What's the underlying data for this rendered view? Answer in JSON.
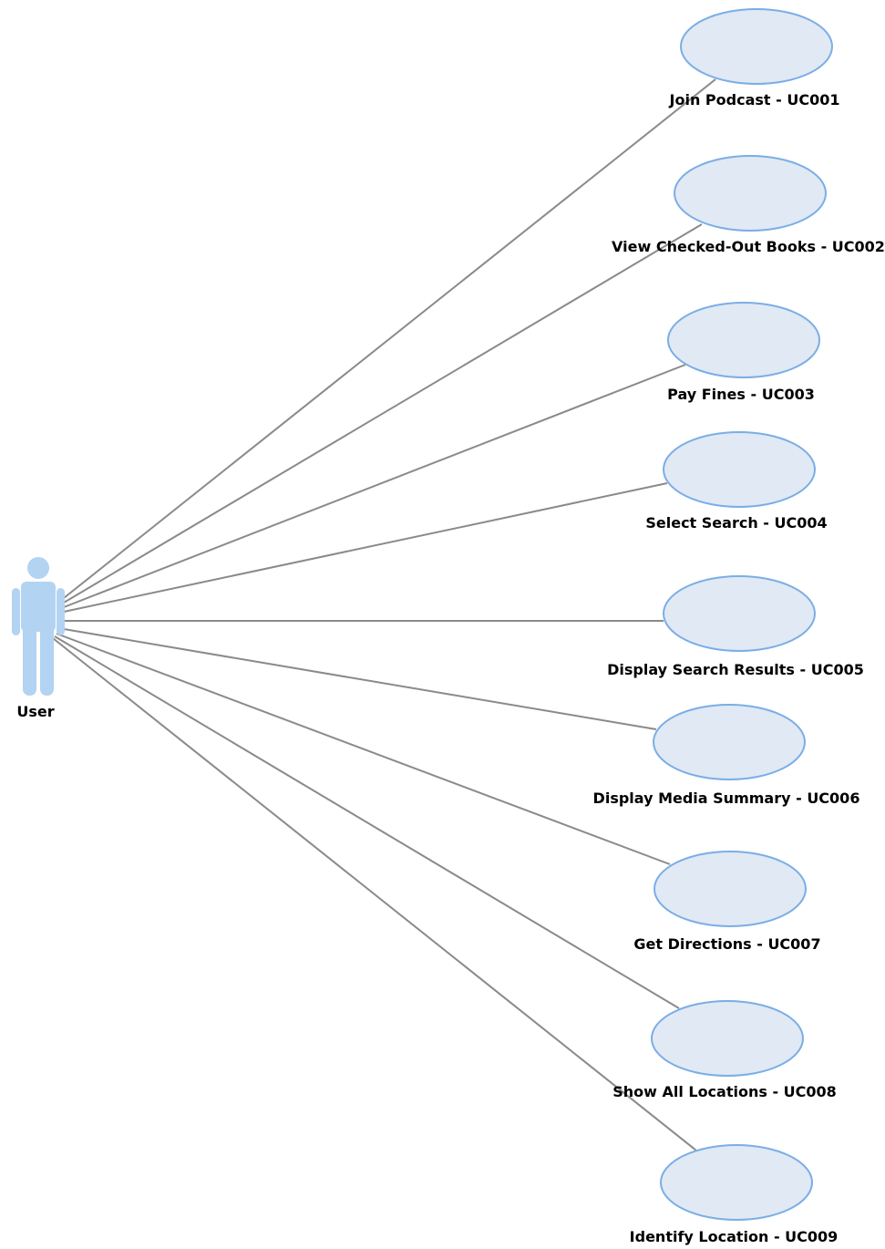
{
  "actor": {
    "name": "User",
    "icon": "person-icon"
  },
  "use_cases": [
    {
      "label": "Join Podcast - UC001"
    },
    {
      "label": "View Checked-Out Books - UC002"
    },
    {
      "label": "Pay Fines - UC003"
    },
    {
      "label": "Select Search - UC004"
    },
    {
      "label": "Display Search Results - UC005"
    },
    {
      "label": "Display Media Summary - UC006"
    },
    {
      "label": "Get Directions - UC007"
    },
    {
      "label": "Show All Locations - UC008"
    },
    {
      "label": "Identify Location - UC009"
    }
  ],
  "colors": {
    "actor_fill": "#b3d3f2",
    "ellipse_fill": "#e1e9f4",
    "ellipse_stroke": "#7aaee6",
    "association_line": "#8a8a8a"
  }
}
